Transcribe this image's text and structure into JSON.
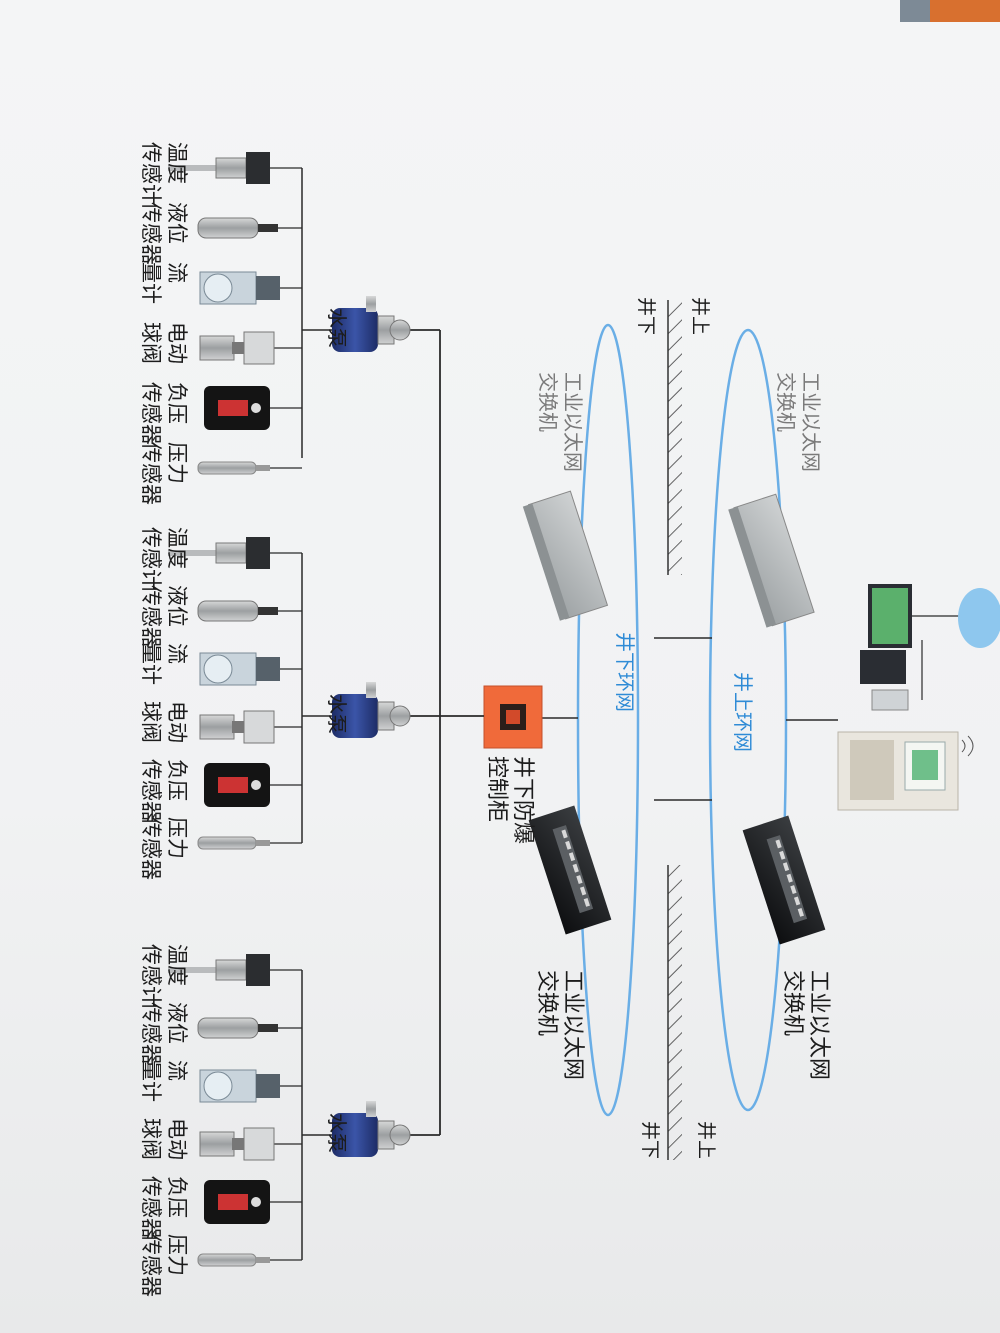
{
  "colors": {
    "ring": "#6aaee6",
    "line": "#2a2a2a",
    "cabinet": "#f06a3a",
    "pump": "#2a3f86",
    "label": "#1c1c1c",
    "ring_label": "#2f8bd6"
  },
  "groups": [
    {
      "pump_label": "水泵",
      "sensors": [
        {
          "label": "温度传感计",
          "icon": "temperature-sensor-icon"
        },
        {
          "label": "液位传感器",
          "icon": "level-sensor-icon"
        },
        {
          "label": "流量计",
          "icon": "flowmeter-icon"
        },
        {
          "label": "电动球阀",
          "icon": "ball-valve-icon"
        },
        {
          "label": "负压传感器",
          "icon": "negative-pressure-sensor-icon"
        },
        {
          "label": "压力传感器",
          "icon": "pressure-sensor-icon"
        }
      ]
    },
    {
      "pump_label": "水泵",
      "sensors": [
        {
          "label": "温度传感计",
          "icon": "temperature-sensor-icon"
        },
        {
          "label": "液位传感器",
          "icon": "level-sensor-icon"
        },
        {
          "label": "流量计",
          "icon": "flowmeter-icon"
        },
        {
          "label": "电动球阀",
          "icon": "ball-valve-icon"
        },
        {
          "label": "负压传感器",
          "icon": "negative-pressure-sensor-icon"
        },
        {
          "label": "压力传感器",
          "icon": "pressure-sensor-icon"
        }
      ]
    },
    {
      "pump_label": "水泵",
      "sensors": [
        {
          "label": "温度传感计",
          "icon": "temperature-sensor-icon"
        },
        {
          "label": "液位传感器",
          "icon": "level-sensor-icon"
        },
        {
          "label": "流量计",
          "icon": "flowmeter-icon"
        },
        {
          "label": "电动球阀",
          "icon": "ball-valve-icon"
        },
        {
          "label": "负压传感器",
          "icon": "negative-pressure-sensor-icon"
        },
        {
          "label": "压力传感器",
          "icon": "pressure-sensor-icon"
        }
      ]
    }
  ],
  "cabinet_label": "井下防爆控制柜",
  "rings": {
    "underground": "井下环网",
    "surface": "井上环网"
  },
  "switch_label": "工业以太网交换机",
  "ground_labels": {
    "surface": "井上",
    "underground": "井下"
  }
}
